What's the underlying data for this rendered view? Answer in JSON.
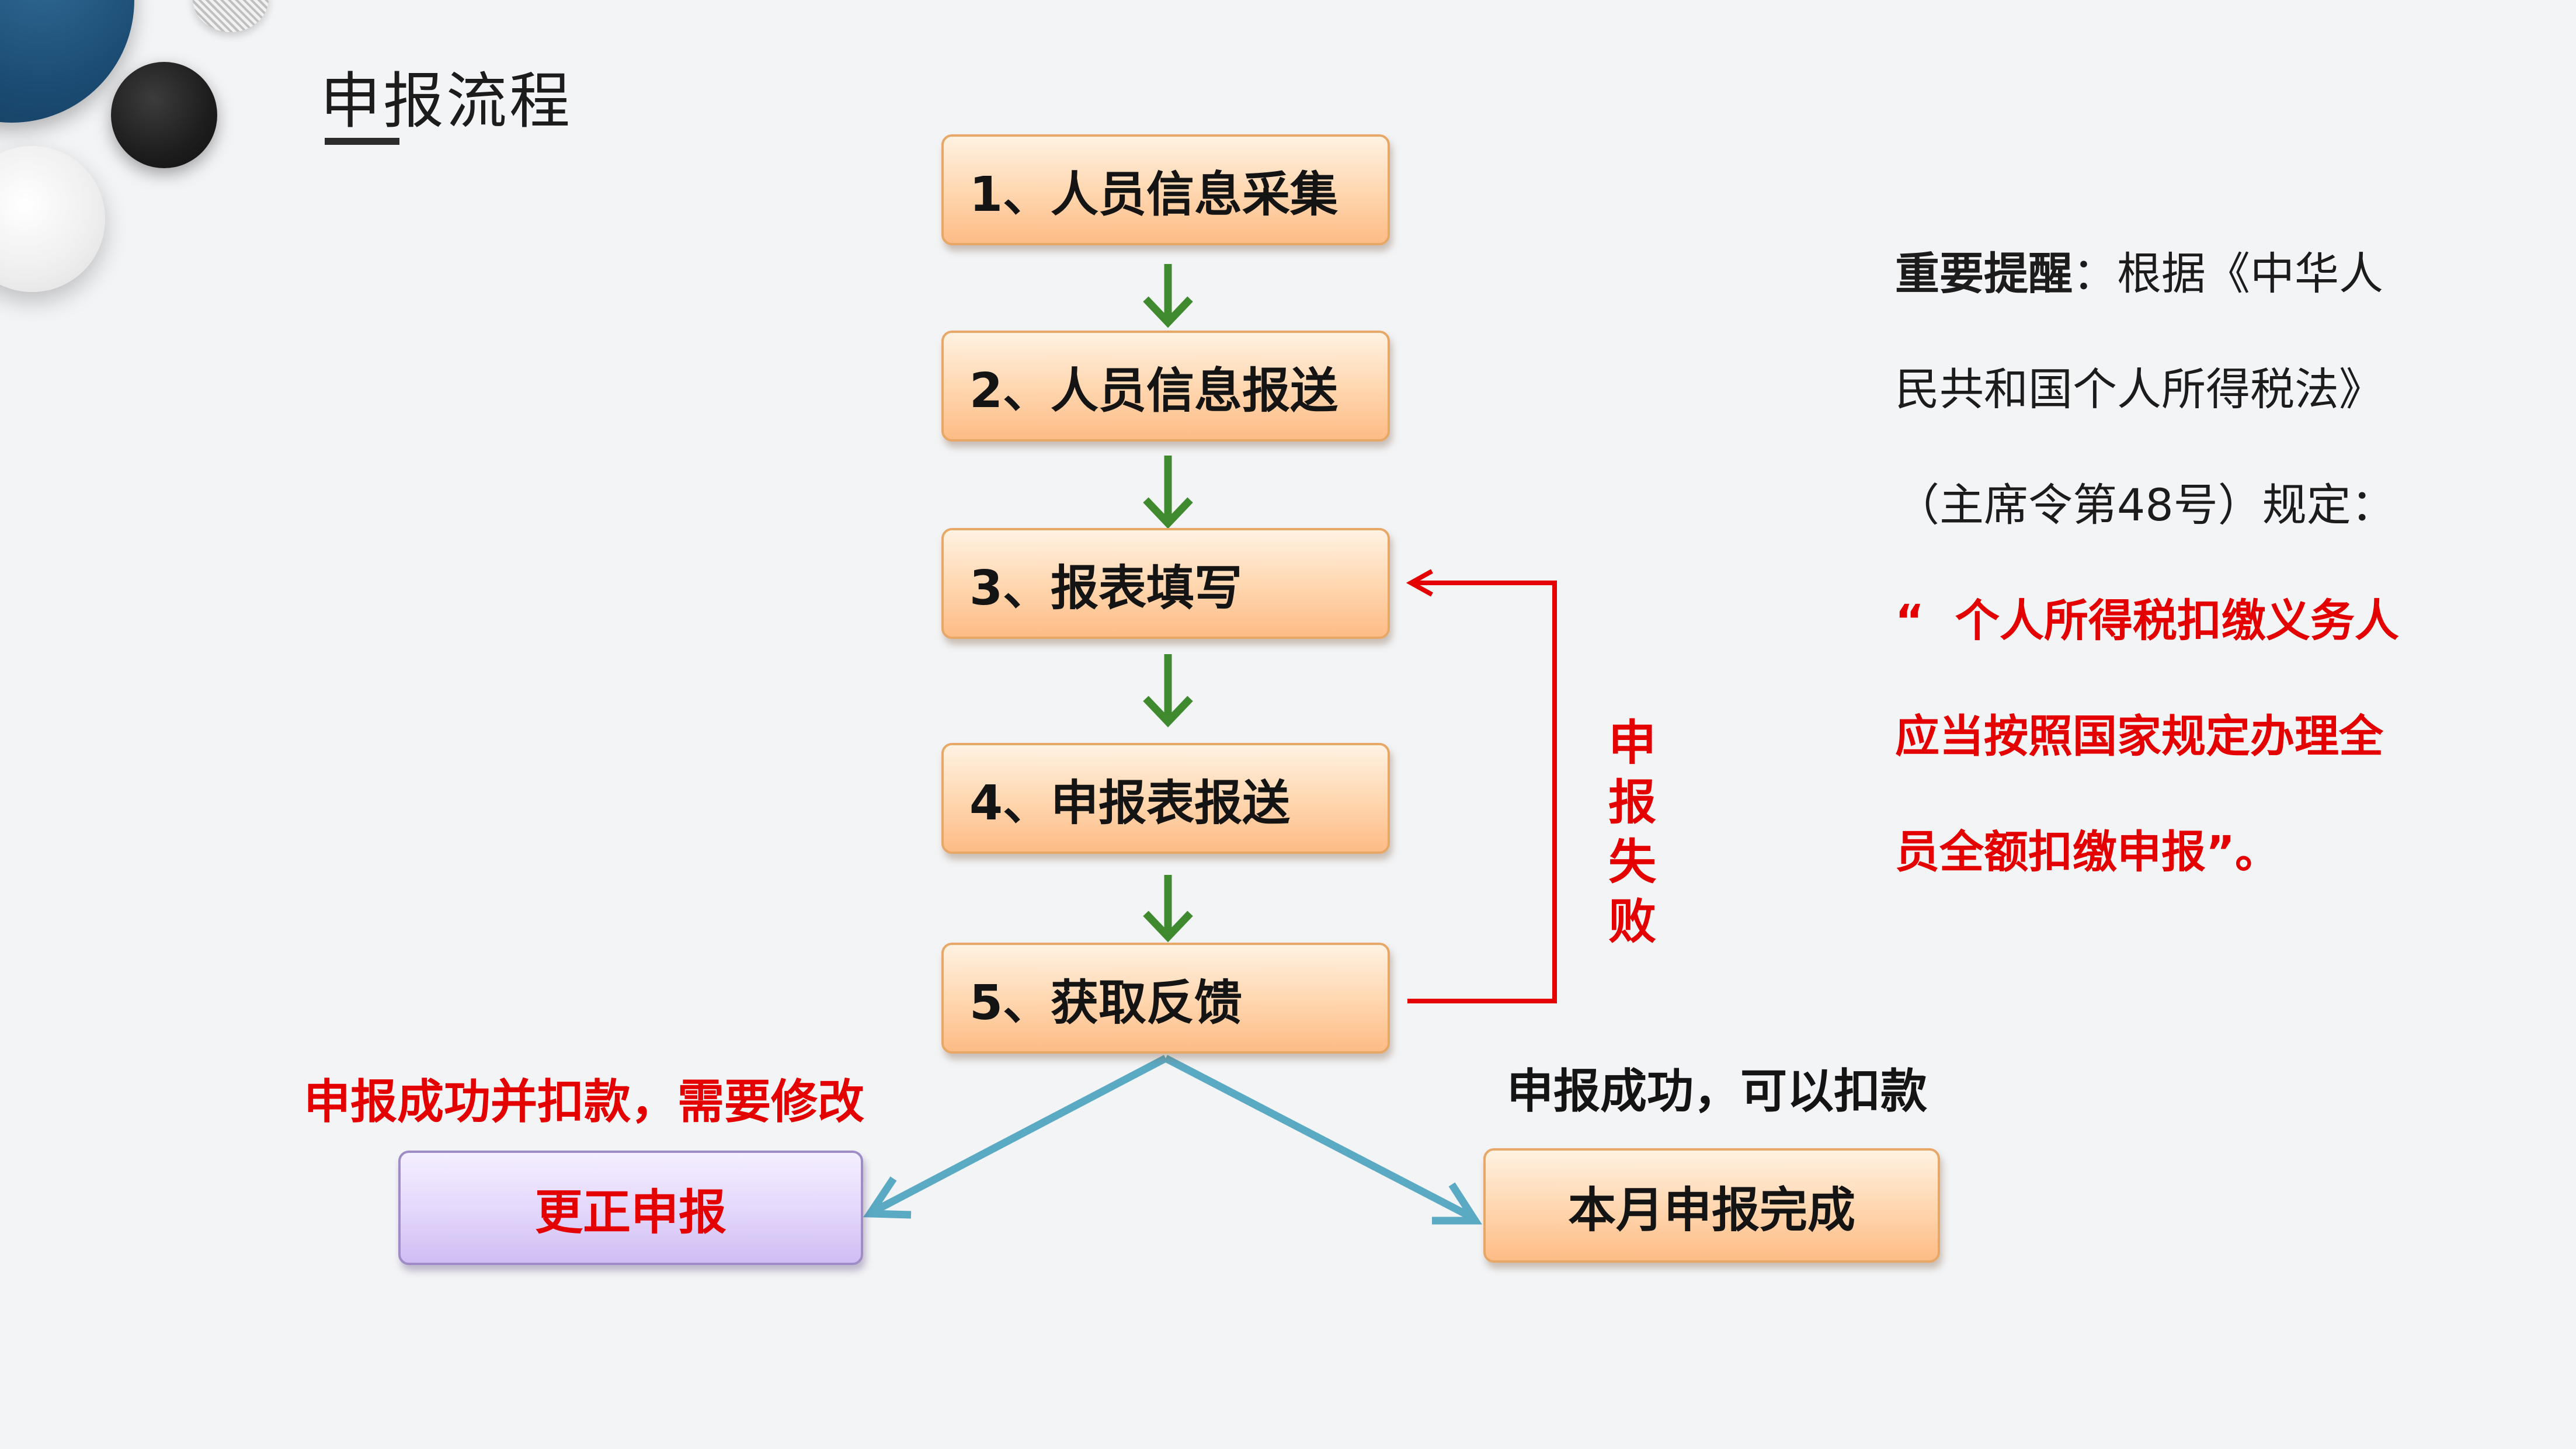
{
  "page": {
    "title": "申报流程"
  },
  "steps": [
    {
      "label": "1、人员信息采集"
    },
    {
      "label": "2、人员信息报送"
    },
    {
      "label": "3、报表填写"
    },
    {
      "label": "4、申报表报送"
    },
    {
      "label": "5、获取反馈"
    }
  ],
  "branches": {
    "fail_label": "申报失败",
    "left_label": "申报成功并扣款，需要修改",
    "left_box": "更正申报",
    "right_label": "申报成功，可以扣款",
    "right_box": "本月申报完成"
  },
  "reminder": {
    "heading": "重要提醒",
    "colon": "：",
    "line1_rest": "根据《中华人",
    "line2": "民共和国个人所得税法》",
    "line3": "（主席令第48号）规定：",
    "line4": "“  个人所得税扣缴义务人",
    "line5": "应当按照国家规定办理全",
    "line6": "员全额扣缴申报”。"
  },
  "colors": {
    "step_fill": "#ffd5ad",
    "step_border": "#e7a766",
    "down_arrow": "#3f8a2f",
    "fail_line": "#e40000",
    "branch_arrow": "#5aaac4",
    "emphasis_red": "#e40000"
  },
  "icons": {
    "down_arrows": "arrow-down-icon",
    "fail_arrow": "arrow-left-icon",
    "branch_arrows": "arrow-diagonal-icon"
  }
}
